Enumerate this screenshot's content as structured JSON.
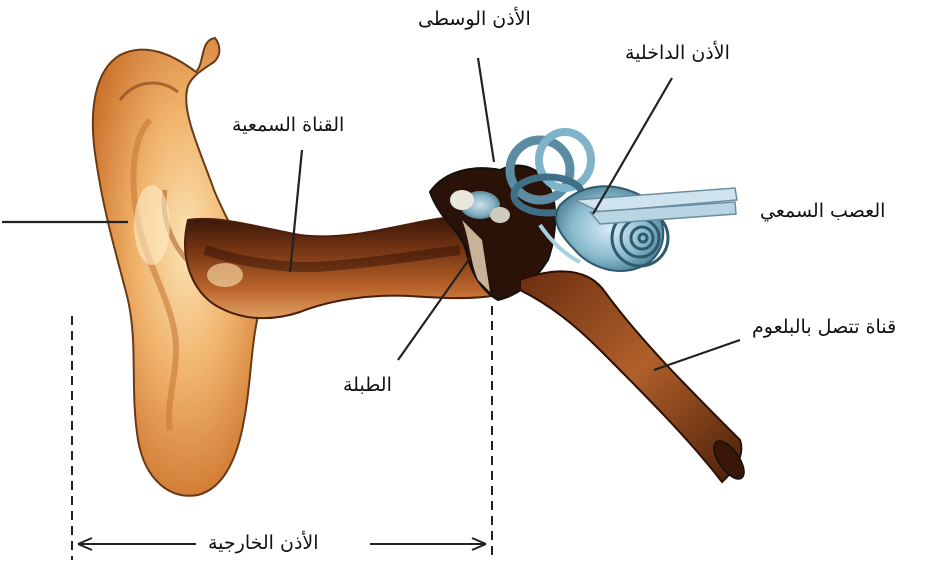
{
  "labels": {
    "middle_ear": "الأذن الوسطى",
    "inner_ear": "الأذن الداخلية",
    "ear_canal": "القناة السمعية",
    "auditory_nerve": "العصب السمعي",
    "pharynx_tube": "قناة تتصل بالبلعوم",
    "eardrum": "الطبلة",
    "outer_ear": "الأذن الخارجية"
  },
  "colors": {
    "pinna": "#e89a4e",
    "pinna_highlight": "#f6cf8f",
    "canal_dark": "#5a2a12",
    "canal": "#a8551f",
    "cochlea": "#7fb3c9",
    "cochlea_dark": "#3f6f86",
    "ossicle": "#d9d6cf",
    "nerve": "#cfe3ee",
    "leader": "#222222"
  }
}
